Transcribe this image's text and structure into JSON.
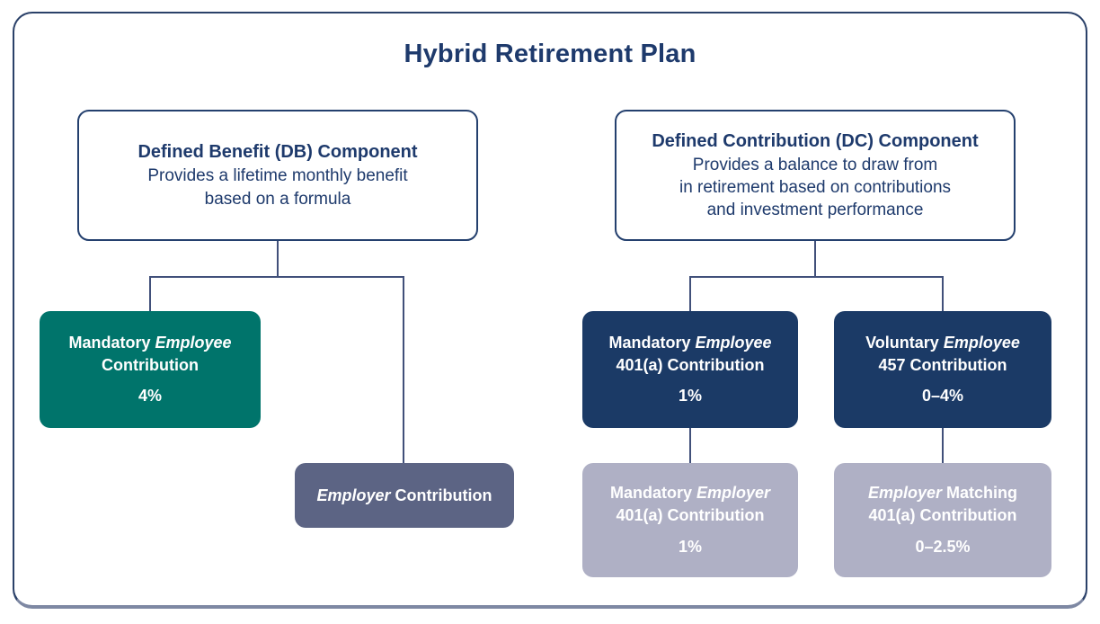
{
  "title": "Hybrid Retirement Plan",
  "colors": {
    "navy_text": "#1E3A6C",
    "frame_border": "#2B4169",
    "frame_bottom_edge": "#7E88A3",
    "connector": "#41507A",
    "teal_box": "#00746B",
    "slate_box": "#5C6484",
    "dark_navy_box": "#1B3A66",
    "light_gray_box": "#AFB0C5",
    "box_text": "#FFFFFF"
  },
  "db_component": {
    "heading": "Defined Benefit (DB) Component",
    "desc_lines": [
      "Provides a lifetime monthly benefit",
      "based on a formula"
    ],
    "children": {
      "employee": {
        "pre": "Mandatory ",
        "italic": "Employee",
        "post": "",
        "line2": "Contribution",
        "value": "4%"
      },
      "employer": {
        "pre": "",
        "italic": "Employer",
        "post": " Contribution"
      }
    }
  },
  "dc_component": {
    "heading": "Defined Contribution (DC) Component",
    "desc_lines": [
      "Provides a balance to draw from",
      "in retirement based on contributions",
      "and investment performance"
    ],
    "children": {
      "employee_401a": {
        "pre": "Mandatory ",
        "italic": "Employee",
        "post": "",
        "line2": "401(a) Contribution",
        "value": "1%"
      },
      "employee_457": {
        "pre": "Voluntary ",
        "italic": "Employee",
        "post": "",
        "line2": "457 Contribution",
        "value": "0–4%"
      },
      "employer_401a": {
        "pre": "Mandatory ",
        "italic": "Employer",
        "post": "",
        "line2": "401(a) Contribution",
        "value": "1%"
      },
      "employer_match": {
        "pre": "",
        "italic": "Employer",
        "post": " Matching",
        "line2": "401(a) Contribution",
        "value": "0–2.5%"
      }
    }
  }
}
